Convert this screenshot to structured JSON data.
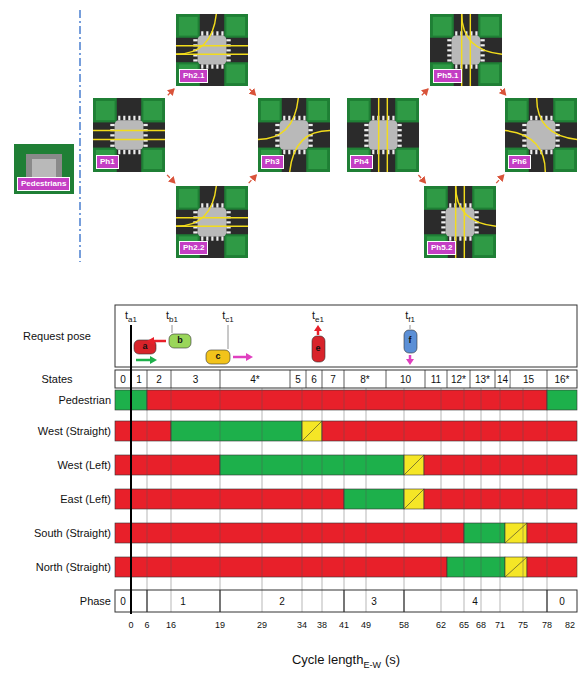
{
  "diagram": {
    "nodes": [
      {
        "text": [
          "Pedestrians"
        ]
      },
      {
        "text": [
          "Ph1"
        ]
      },
      {
        "text": [
          "Ph2.1"
        ]
      },
      {
        "text": [
          "Ph2.2"
        ]
      },
      {
        "text": [
          "Ph3"
        ]
      },
      {
        "text": [
          "Ph4"
        ]
      },
      {
        "text": [
          "Ph5.1"
        ]
      },
      {
        "text": [
          "Ph5.2"
        ]
      },
      {
        "text": [
          "Ph6"
        ]
      }
    ],
    "edges": [
      {
        "from": 1,
        "to": 2,
        "arrow": "to"
      },
      {
        "from": 1,
        "to": 3,
        "arrow": "to"
      },
      {
        "from": 2,
        "to": 4,
        "arrow": "to"
      },
      {
        "from": 3,
        "to": 4,
        "arrow": "to"
      },
      {
        "from": 5,
        "to": 6,
        "arrow": "to"
      },
      {
        "from": 5,
        "to": 7,
        "arrow": "to"
      },
      {
        "from": 6,
        "to": 8,
        "arrow": "to"
      },
      {
        "from": 7,
        "to": 8,
        "arrow": "to"
      }
    ],
    "labels": [
      "ta1",
      "tb1",
      "tc1",
      "te1",
      "tf1",
      "Request pose",
      "a",
      "b",
      "c",
      "e",
      "f",
      "States",
      "0",
      "1",
      "2",
      "3",
      "4*",
      "5",
      "6",
      "7",
      "8*",
      "10",
      "11",
      "12*",
      "13*",
      "14",
      "15",
      "16*",
      "Pedestrian",
      "West (Straight)",
      "West (Left)",
      "East (Left)",
      "South (Straight)",
      "North (Straight)",
      "Phase",
      "0",
      "1",
      "2",
      "3",
      "4",
      "0",
      "0",
      "6",
      "16",
      "19",
      "29",
      "34",
      "38",
      "41",
      "49",
      "58",
      "62",
      "65",
      "68",
      "71",
      "75",
      "78",
      "82",
      "Cycle length",
      "E-W",
      "(s)"
    ]
  }
}
